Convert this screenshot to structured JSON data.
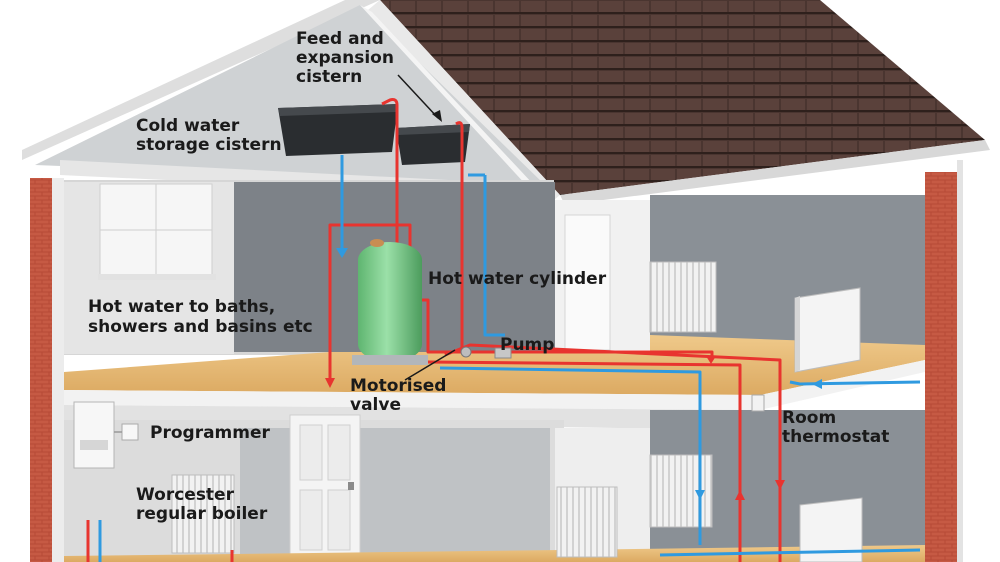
{
  "labels": {
    "feed_line1": "Feed and",
    "feed_line2": "expansion",
    "feed_line3": "cistern",
    "cold_line1": "Cold water",
    "cold_line2": "storage cistern",
    "cylinder": "Hot water cylinder",
    "hotwater_line1": "Hot water to baths,",
    "hotwater_line2": "showers and basins etc",
    "pump": "Pump",
    "valve_line1": "Motorised",
    "valve_line2": "valve",
    "room_line1": "Room",
    "room_line2": "thermostat",
    "programmer": "Programmer",
    "boiler_line1": "Worcester",
    "boiler_line2": "regular boiler"
  },
  "colors": {
    "hot_pipe": "#e8342f",
    "cold_pipe": "#2f9ae0",
    "cylinder": "#7fcf8e",
    "roof": "#4a3530",
    "brick": "#c0503a",
    "floor": "#e7bb7a"
  }
}
